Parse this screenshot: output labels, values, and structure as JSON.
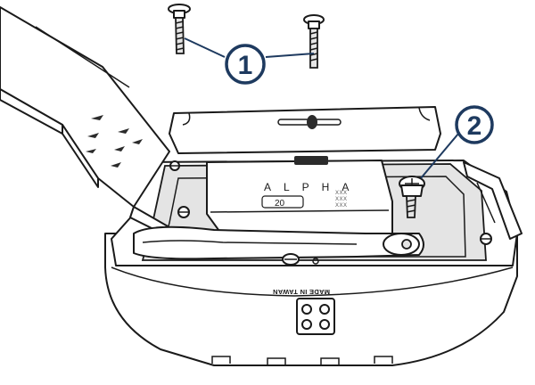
{
  "device": {
    "brand_text": "ALPHA",
    "model_text": "20",
    "serial_mark": "XXX",
    "made_in_text": "MADE IN TAWAN"
  },
  "callouts": [
    {
      "label": "1",
      "target": "top-screws"
    },
    {
      "label": "2",
      "target": "side-screw"
    }
  ],
  "colors": {
    "line_art": "#1a1a1a",
    "callout": "#1e3a5f",
    "background": "#ffffff"
  }
}
